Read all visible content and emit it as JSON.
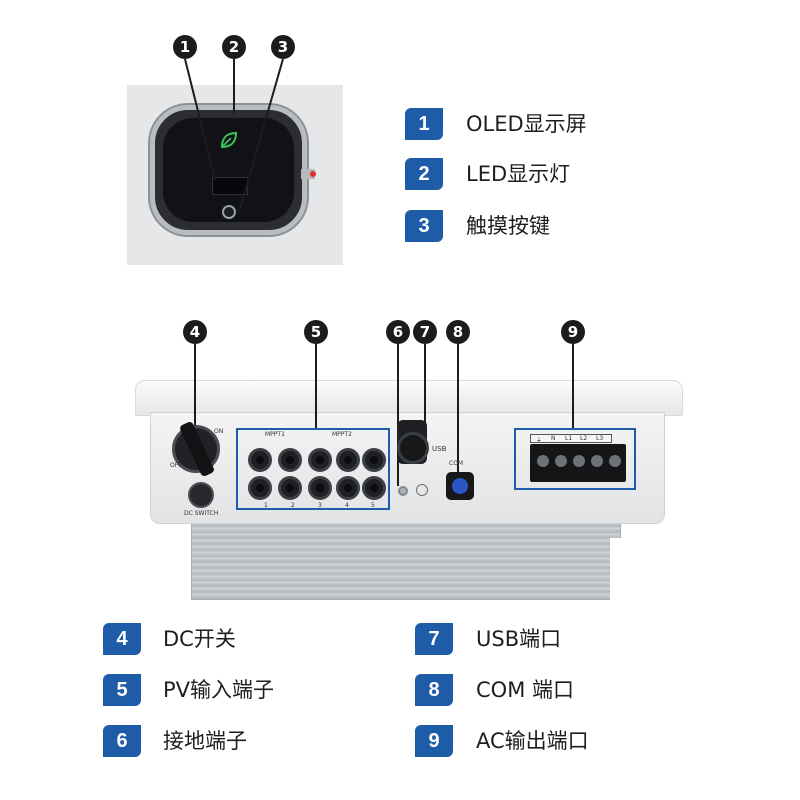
{
  "callouts": [
    "1",
    "2",
    "3",
    "4",
    "5",
    "6",
    "7",
    "8",
    "9"
  ],
  "legend_top": [
    {
      "num": "1",
      "label": "OLED显示屏"
    },
    {
      "num": "2",
      "label": "LED显示灯"
    },
    {
      "num": "3",
      "label": "触摸按键"
    }
  ],
  "legend_bottom_left": [
    {
      "num": "4",
      "label": "DC开关"
    },
    {
      "num": "5",
      "label": "PV输入端子"
    },
    {
      "num": "6",
      "label": "接地端子"
    }
  ],
  "legend_bottom_right": [
    {
      "num": "7",
      "label": "USB端口"
    },
    {
      "num": "8",
      "label": "COM 端口"
    },
    {
      "num": "9",
      "label": "AC输出端口"
    }
  ],
  "device_labels": {
    "mppt1": "MPPT1",
    "mppt2": "MPPT2",
    "usb": "USB",
    "com": "COM",
    "dc_switch": "DC SWITCH",
    "on": "ON",
    "off": "OFF",
    "pv_numbers": [
      "1",
      "2",
      "3",
      "4",
      "5"
    ],
    "ac_terminals": [
      "⏚",
      "N",
      "L1",
      "L2",
      "L3"
    ]
  },
  "colors": {
    "badge": "#1f5ca8",
    "callout": "#1c1c1c",
    "highlight_box": "#1f5ca8"
  }
}
